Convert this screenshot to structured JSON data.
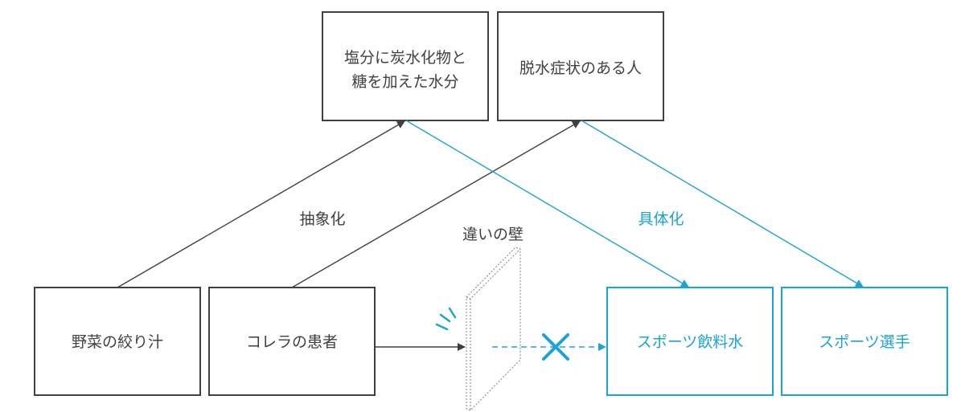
{
  "colors": {
    "dark": "#404040",
    "blue": "#1aa3d6",
    "wall": "#808080",
    "background": "#ffffff"
  },
  "top_boxes": {
    "abstract_solution": {
      "line1": "塩分に炭水化物と",
      "line2": "糖を加えた水分"
    },
    "abstract_target": {
      "text": "脱水症状のある人"
    }
  },
  "bottom_boxes": {
    "vegetable_juice": "野菜の絞り汁",
    "cholera_patient": "コレラの患者",
    "sports_drink": "スポーツ飲料水",
    "athlete": "スポーツ選手"
  },
  "labels": {
    "abstraction": "抽象化",
    "concretization": "具体化",
    "wall": "違いの壁"
  },
  "icons": {
    "blocked": "x-mark-icon",
    "impact": "impact-lines-icon"
  }
}
